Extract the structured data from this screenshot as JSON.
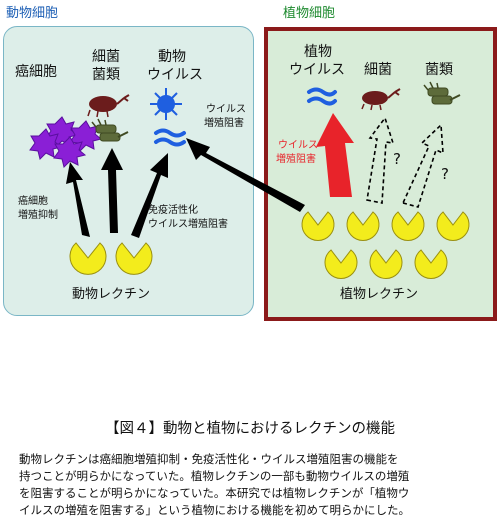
{
  "animal_panel": {
    "title": "動物細胞",
    "cancer_cell": [
      "癌細胞"
    ],
    "bacteria": [
      "細菌",
      "菌類"
    ],
    "animal_virus": [
      "動物",
      "ウイルス"
    ],
    "virus_inhibition_label": [
      "ウイルス",
      "増殖阻害"
    ],
    "cancer_inhibition_label": [
      "癌細胞",
      "増殖抑制"
    ],
    "immune_label": [
      "免疫活性化",
      "ウイルス増殖阻害"
    ],
    "lectin_label": "動物レクチン"
  },
  "plant_panel": {
    "title": "植物細胞",
    "plant_virus": [
      "植物",
      "ウイルス"
    ],
    "bacteria": "細菌",
    "fungi": "菌類",
    "virus_inhibition_label": [
      "ウイルス",
      "増殖阻害"
    ],
    "question_mark": "?",
    "lectin_label": "植物レクチン"
  },
  "colors": {
    "animal_title": "#1d5fb5",
    "plant_title": "#1e8a2f",
    "red_label": "#e8232a",
    "lectin_yellow": "#f3ec1c",
    "virus_blue": "#1f5fe0"
  },
  "caption": {
    "title": "【図４】動物と植物におけるレクチンの機能",
    "body": [
      "動物レクチンは癌細胞増殖抑制・免疫活性化・ウイルス増殖阻害の機能を",
      "持つことが明らかになっていた。植物レクチンの一部も動物ウイルスの増殖",
      "を阻害することが明らかになっていた。本研究では植物レクチンが「植物ウ",
      "イルスの増殖を阻害する」という植物における機能を初めて明らかにした。"
    ]
  }
}
